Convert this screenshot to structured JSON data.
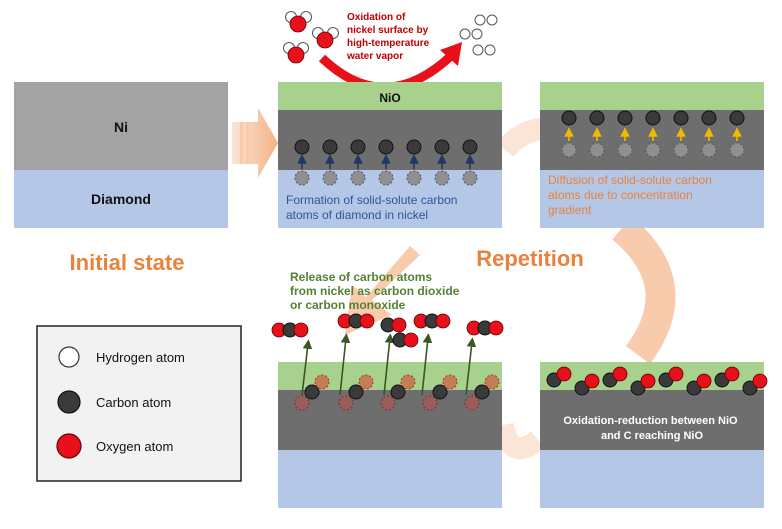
{
  "initial": {
    "ni_label": "Ni",
    "diamond_label": "Diamond",
    "state_label": "Initial state"
  },
  "oxidation": {
    "caption": [
      "Oxidation of",
      "nickel surface by",
      "high-temperature",
      "water vapor"
    ]
  },
  "formation": {
    "nio_label": "NiO",
    "caption": [
      "Formation of solid-solute carbon",
      "atoms of diamond in nickel"
    ]
  },
  "diffusion": {
    "caption": [
      "Diffusion of solid-solute carbon",
      "atoms due to concentration",
      "gradient"
    ]
  },
  "cycle": {
    "repetition_label": "Repetition"
  },
  "release": {
    "caption": [
      "Release of carbon atoms",
      "from nickel as carbon dioxide",
      "or carbon monoxide"
    ]
  },
  "redox": {
    "caption": [
      "Oxidation-reduction between NiO",
      "and C reaching NiO"
    ]
  },
  "legend": {
    "items": [
      {
        "label": "Hydrogen atom",
        "icon": "white-circle",
        "color": "#ffffff"
      },
      {
        "label": "Carbon atom",
        "icon": "dark-circle",
        "color": "#3a3a3a"
      },
      {
        "label": "Oxygen atom",
        "icon": "red-circle",
        "color": "#e8101a"
      }
    ]
  },
  "colors": {
    "nickel": "#a3a3a3",
    "nickel_dark": "#6e6e6e",
    "diamond": "#b4c7e7",
    "nio": "#a9d18e",
    "orange_text": "#e8823c",
    "blue_text": "#2f5597",
    "green_text": "#548235",
    "red_text": "#c00000",
    "arrow": "#f4b183"
  }
}
